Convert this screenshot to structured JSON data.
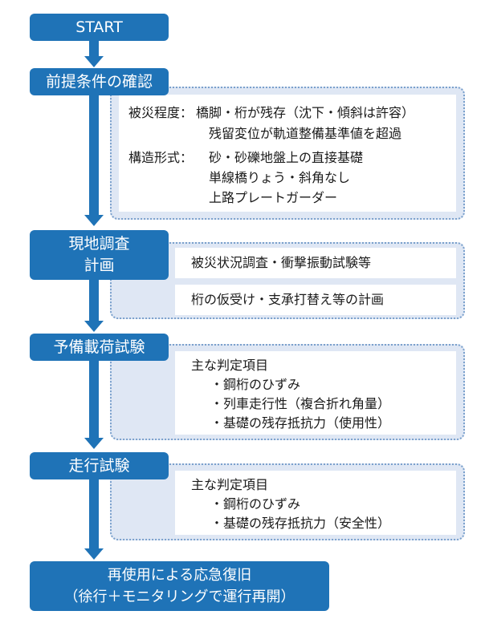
{
  "start": {
    "label": "START"
  },
  "step1": {
    "title": "前提条件の確認",
    "damage_label": "被災程度：",
    "damage_lines": [
      "橋脚・桁が残存（沈下・傾斜は許容）",
      "残留変位が軌道整備基準値を超過"
    ],
    "structure_label": "構造形式：",
    "structure_lines": [
      "砂・砂礫地盤上の直接基礎",
      "単線橋りょう・斜角なし",
      "上路プレートガーダー"
    ]
  },
  "step2": {
    "title_lines": [
      "現地調査",
      "計画"
    ],
    "items": [
      "被災状況調査・衝撃振動試験等",
      "桁の仮受け・支承打替え等の計画"
    ]
  },
  "step3": {
    "title": "予備載荷試験",
    "heading": "主な判定項目",
    "items": [
      "・鋼桁のひずみ",
      "・列車走行性（複合折れ角量）",
      "・基礎の残存抵抗力（使用性）"
    ]
  },
  "step4": {
    "title": "走行試験",
    "heading": "主な判定項目",
    "items": [
      "・鋼桁のひずみ",
      "・基礎の残存抵抗力（安全性）"
    ]
  },
  "end": {
    "lines": [
      "再使用による応急復旧",
      "（徐行＋モニタリングで運行再開）"
    ]
  },
  "colors": {
    "accent": "#1f73b7",
    "panel_fill": "#dfe7f4",
    "panel_border": "#7aa0cc"
  }
}
